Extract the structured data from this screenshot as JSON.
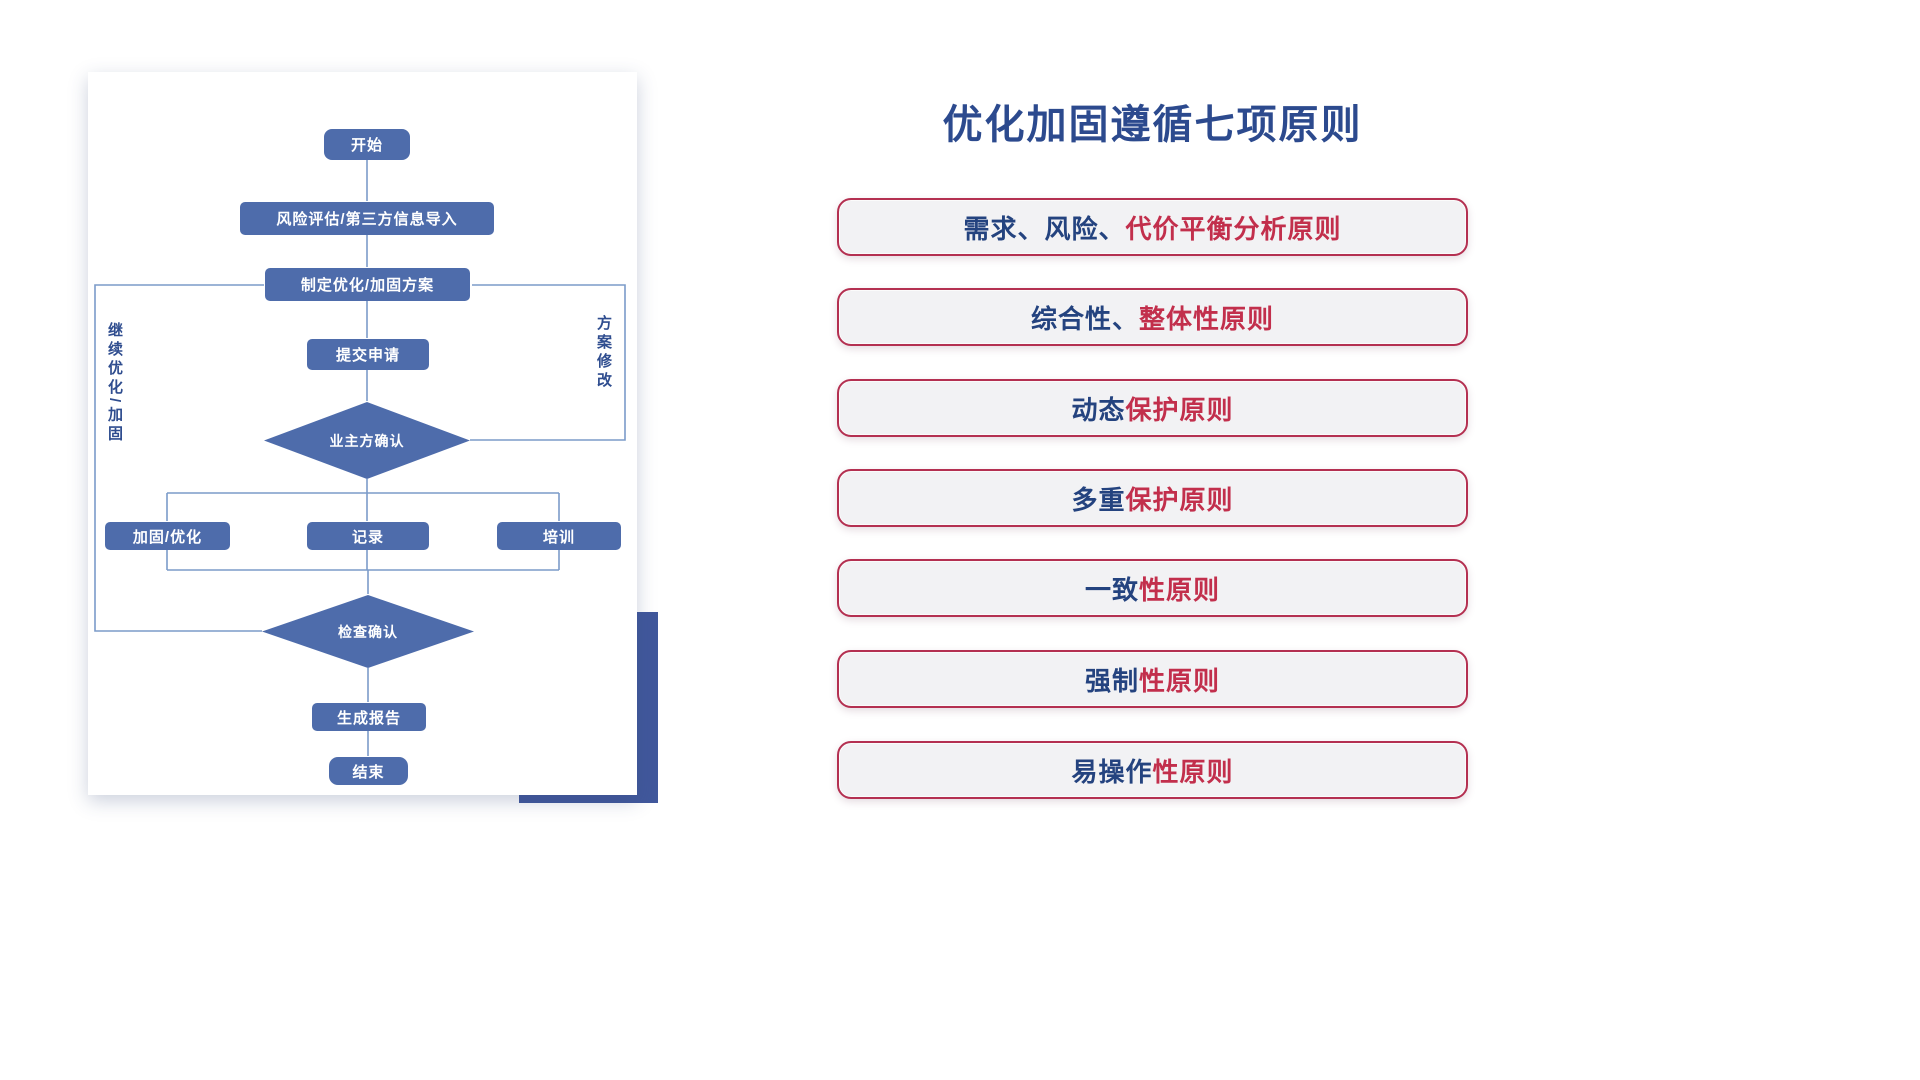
{
  "colors": {
    "flow_node_blue": "#4e6cab",
    "flow_line_blue": "#7b9bc9",
    "flow_label_navy": "#2f4d8f",
    "card_shadow_navy": "#41589c",
    "title_navy": "#2c4a8e",
    "principle_red": "#c22f4c",
    "principle_blue": "#24437f",
    "principle_box_bg": "#f2f2f4",
    "principle_border": "#b43051"
  },
  "flowchart": {
    "nodes": {
      "start": "开始",
      "risk_import": "风险评估/第三方信息导入",
      "plan": "制定优化/加固方案",
      "submit": "提交申请",
      "owner_confirm": "业主方确认",
      "reinforce": "加固/优化",
      "record": "记录",
      "training": "培训",
      "check_confirm": "检查确认",
      "report": "生成报告",
      "end": "结束"
    },
    "labels": {
      "continue_loop": "继续优化/加固",
      "revise_loop": "方案修改"
    }
  },
  "panel": {
    "title": "优化加固遵循七项原则",
    "principles": [
      {
        "blue": "需求、风险、",
        "red": "代价平衡分析原则"
      },
      {
        "blue": "综合性、",
        "red": "整体性原则"
      },
      {
        "blue": "动态",
        "red": "保护原则"
      },
      {
        "blue": "多重",
        "red": "保护原则"
      },
      {
        "blue": "一致",
        "red": "性原则"
      },
      {
        "blue": "强制",
        "red": "性原则"
      },
      {
        "blue": "易操作",
        "red": "性原则"
      }
    ]
  }
}
